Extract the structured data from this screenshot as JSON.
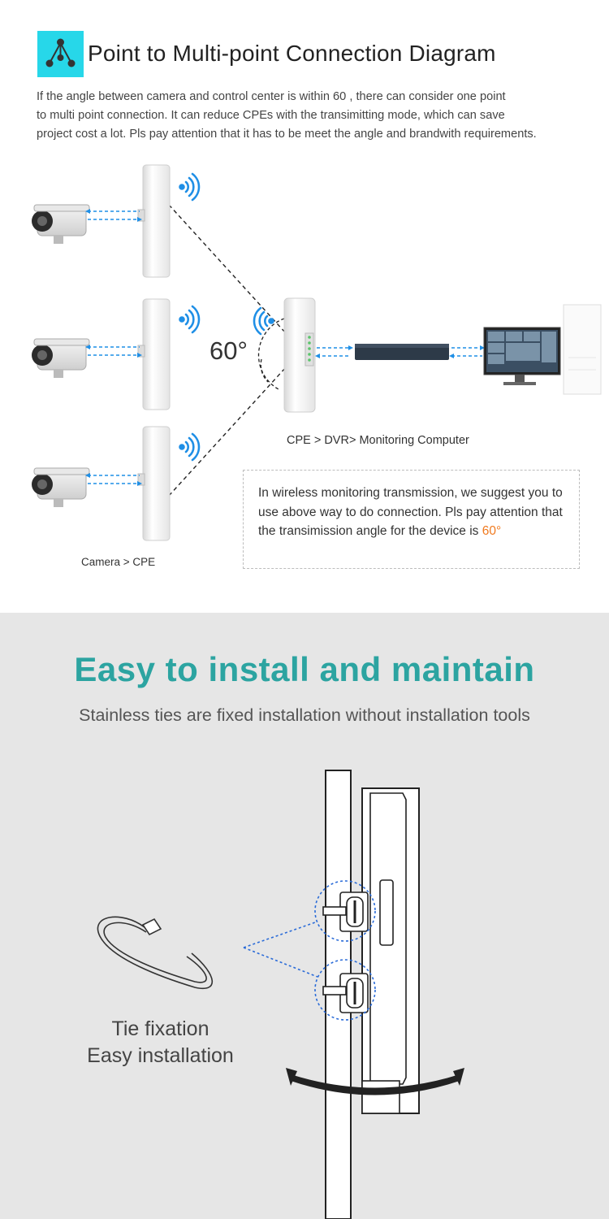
{
  "section1": {
    "title": "Point to Multi-point Connection Diagram",
    "icon": "network-icon",
    "intro_lines": [
      "If the angle between camera and control center is within 60 , there can consider one point",
      "to multi point connection. It can reduce CPEs with the transimitting mode, which can save",
      "project cost a lot. Pls pay attention that it has to be meet the angle and brandwith requirements."
    ],
    "angle_label": "60°",
    "caption_right": "CPE > DVR> Monitoring Computer",
    "caption_left": "Camera > CPE",
    "note_text": "In wireless monitoring transmission, we suggest you to use above way to do connection. Pls pay attention that the transimission angle for the device is ",
    "note_highlight": "60°",
    "colors": {
      "accent_icon": "#27d7e9",
      "highlight": "#f07a1f",
      "signal": "#1f8fe6"
    }
  },
  "section2": {
    "title": "Easy to install and maintain",
    "subtitle": "Stainless ties are fixed installation without installation tools",
    "tie_line1": "Tie fixation",
    "tie_line2": "Easy installation",
    "colors": {
      "title": "#2ca4a1",
      "background": "#e6e6e6"
    }
  }
}
